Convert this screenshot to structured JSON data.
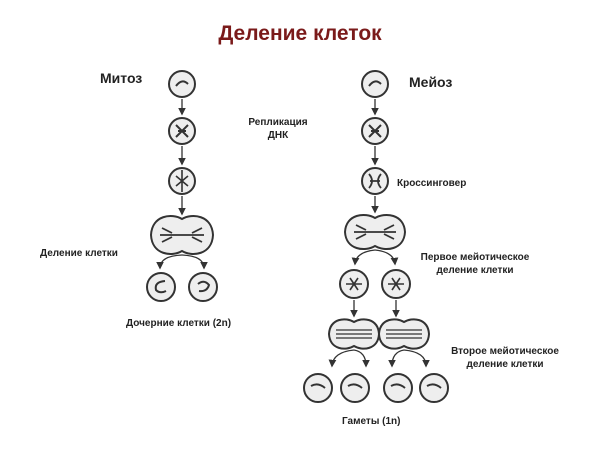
{
  "title": "Деление клеток",
  "labels": {
    "mitosis": "Митоз",
    "meiosis": "Мейоз",
    "replication_line1": "Репликация",
    "replication_line2": "ДНК",
    "crossing_over": "Кроссинговер",
    "cell_division": "Деление клетки",
    "first_meiotic_line1": "Первое мейотическое",
    "first_meiotic_line2": "деление клетки",
    "daughter_cells": "Дочерние клетки (2n)",
    "second_meiotic_line1": "Второе мейотическое",
    "second_meiotic_line2": "деление клетки",
    "gametes": "Гаметы (1n)"
  },
  "colors": {
    "title": "#7a1a1a",
    "stroke": "#333333",
    "cell_fill": "#eeeeee",
    "text": "#222222"
  }
}
